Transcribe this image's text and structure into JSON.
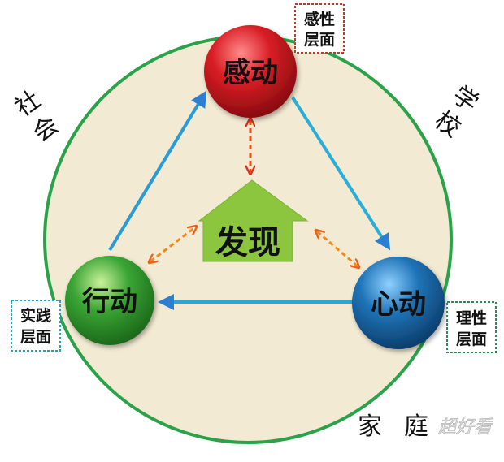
{
  "nodes": {
    "top": {
      "label": "感动",
      "color": "#c8141c"
    },
    "right": {
      "label": "心动",
      "color": "#1f74b8"
    },
    "left": {
      "label": "行动",
      "color": "#3aa534"
    },
    "center": {
      "label": "发现",
      "color": "#8cc63f"
    }
  },
  "layer_tags": {
    "top": {
      "line1": "感性",
      "line2": "层面",
      "border": "#c0392b"
    },
    "right": {
      "line1": "理性",
      "line2": "层面",
      "border": "#2e8b57"
    },
    "left": {
      "line1": "实践",
      "line2": "层面",
      "border": "#2aa0c0"
    }
  },
  "context_labels": {
    "left": [
      "社",
      "会"
    ],
    "right": [
      "学",
      "校"
    ],
    "bottom": [
      "家",
      "庭"
    ]
  },
  "watermark": "超好看",
  "colors": {
    "circle_fill": "#f3ead3",
    "circle_stroke": "#2aa24a",
    "flow_arrow": "#2a8fd0",
    "dashed_arrow_a": "#e65c1c",
    "dashed_arrow_b": "#f2a21c"
  }
}
